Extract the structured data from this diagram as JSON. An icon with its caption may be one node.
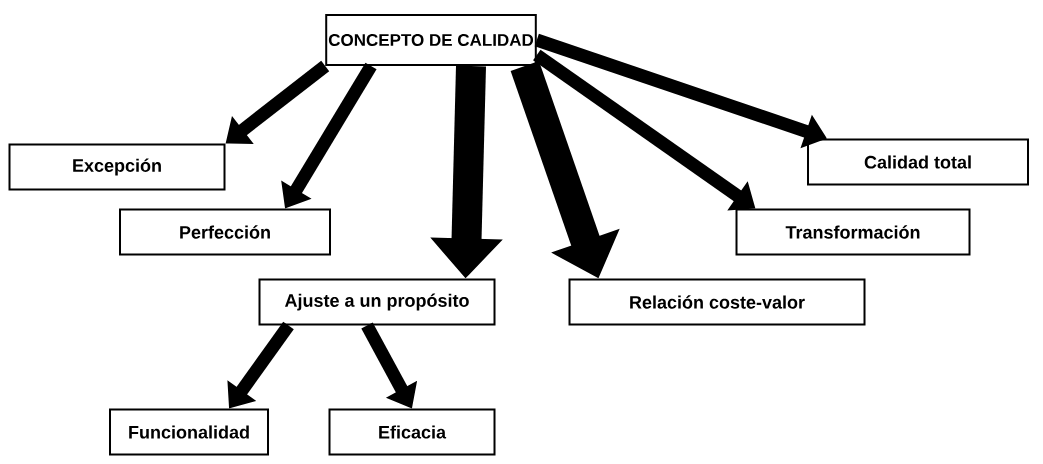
{
  "diagram": {
    "nodes": [
      {
        "text": [
          "CONCEPTO DE CALIDAD"
        ]
      },
      {
        "text": [
          "Excepción"
        ]
      },
      {
        "text": [
          "Calidad total"
        ]
      },
      {
        "text": [
          "Perfección"
        ]
      },
      {
        "text": [
          "Transformación"
        ]
      },
      {
        "text": [
          "Ajuste a un propósito"
        ]
      },
      {
        "text": [
          "Relación coste-valor"
        ]
      },
      {
        "text": [
          "Funcionalidad"
        ]
      },
      {
        "text": [
          "Eficacia"
        ]
      }
    ],
    "edges": [
      {
        "from": 0,
        "to": 1,
        "arrow": "to"
      },
      {
        "from": 0,
        "to": 3,
        "arrow": "to"
      },
      {
        "from": 0,
        "to": 5,
        "arrow": "to",
        "style": "thick"
      },
      {
        "from": 0,
        "to": 6,
        "arrow": "to",
        "style": "thick"
      },
      {
        "from": 0,
        "to": 4,
        "arrow": "to"
      },
      {
        "from": 0,
        "to": 2,
        "arrow": "to"
      },
      {
        "from": 5,
        "to": 7,
        "arrow": "to"
      },
      {
        "from": 5,
        "to": 8,
        "arrow": "to"
      }
    ]
  }
}
